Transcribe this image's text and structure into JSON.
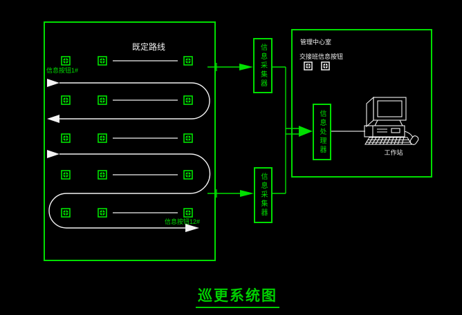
{
  "title": {
    "text": "巡更系统图"
  },
  "patrol_zone": {
    "route_label": "既定路线",
    "start_button_label": "信息按钮1#",
    "end_button_label": "信息按钮12#"
  },
  "collectors": {
    "upper_label": "信息采集器",
    "lower_label": "信息采集器"
  },
  "control_center": {
    "room_label": "管理中心室",
    "shift_buttons_label": "交接班信息按钮",
    "processor_label": "信息处理器",
    "workstation_label": "工作站"
  },
  "colors": {
    "line_green": "#00df00",
    "bright_green": "#00e400",
    "title_green": "#00cf00",
    "route_white": "#f2f2f2",
    "background": "#000000"
  }
}
